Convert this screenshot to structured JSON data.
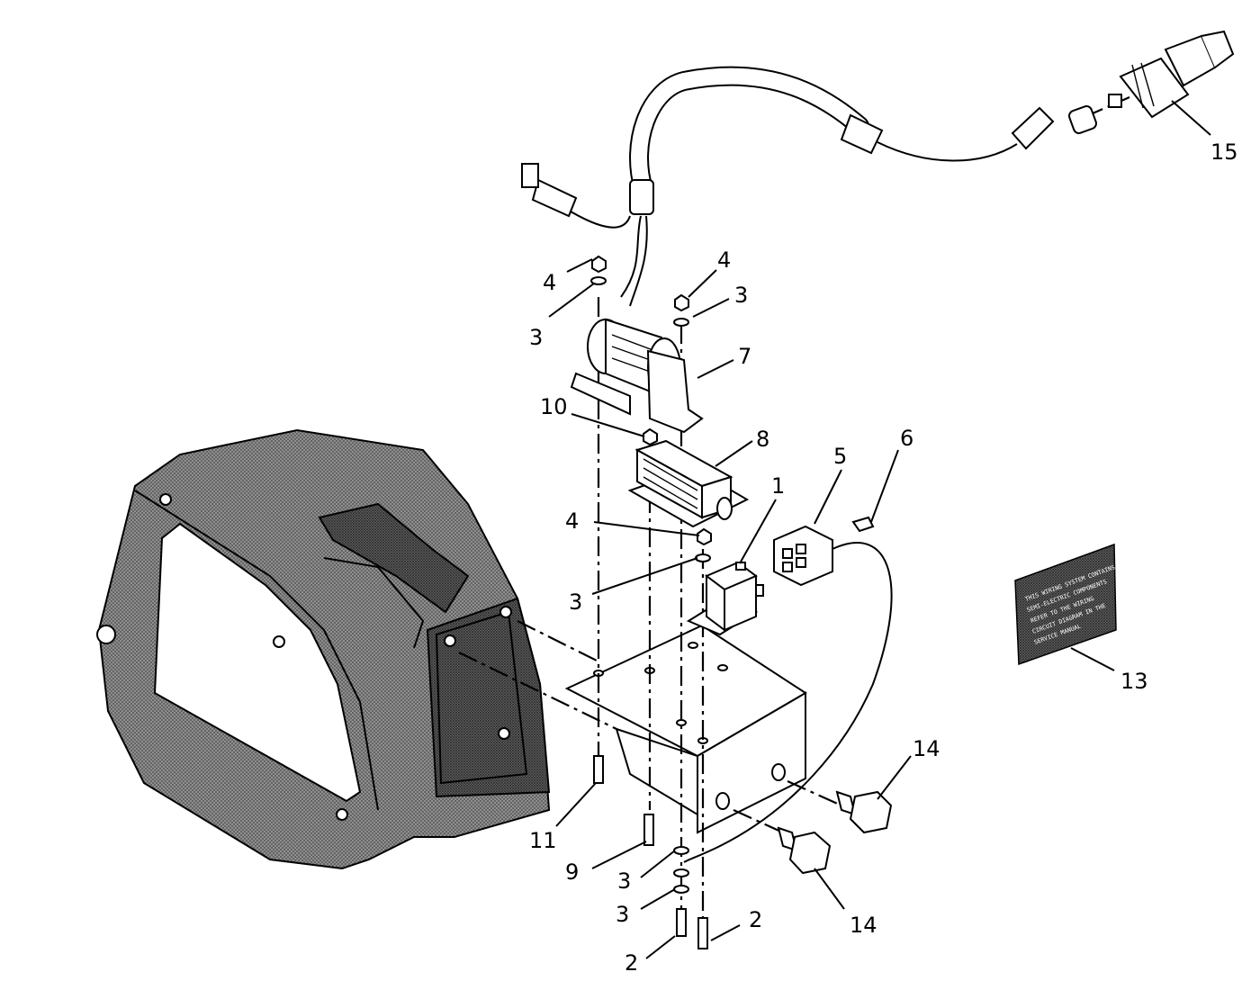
{
  "callouts": [
    {
      "id": "c15",
      "label": "15"
    },
    {
      "id": "c4a",
      "label": "4"
    },
    {
      "id": "c3a",
      "label": "3"
    },
    {
      "id": "c4b",
      "label": "4"
    },
    {
      "id": "c3b",
      "label": "3"
    },
    {
      "id": "c7",
      "label": "7"
    },
    {
      "id": "c10",
      "label": "10"
    },
    {
      "id": "c8",
      "label": "8"
    },
    {
      "id": "c6",
      "label": "6"
    },
    {
      "id": "c5",
      "label": "5"
    },
    {
      "id": "c1",
      "label": "1"
    },
    {
      "id": "c4c",
      "label": "4"
    },
    {
      "id": "c3c",
      "label": "3"
    },
    {
      "id": "c13",
      "label": "13"
    },
    {
      "id": "c14a",
      "label": "14"
    },
    {
      "id": "c11",
      "label": "11"
    },
    {
      "id": "c9",
      "label": "9"
    },
    {
      "id": "c3d",
      "label": "3"
    },
    {
      "id": "c3e",
      "label": "3"
    },
    {
      "id": "c14b",
      "label": "14"
    },
    {
      "id": "c2a",
      "label": "2"
    },
    {
      "id": "c2b",
      "label": "2"
    }
  ],
  "colors": {
    "ink": "#000000",
    "paper": "#ffffff",
    "shade": "#8c8c8c"
  }
}
